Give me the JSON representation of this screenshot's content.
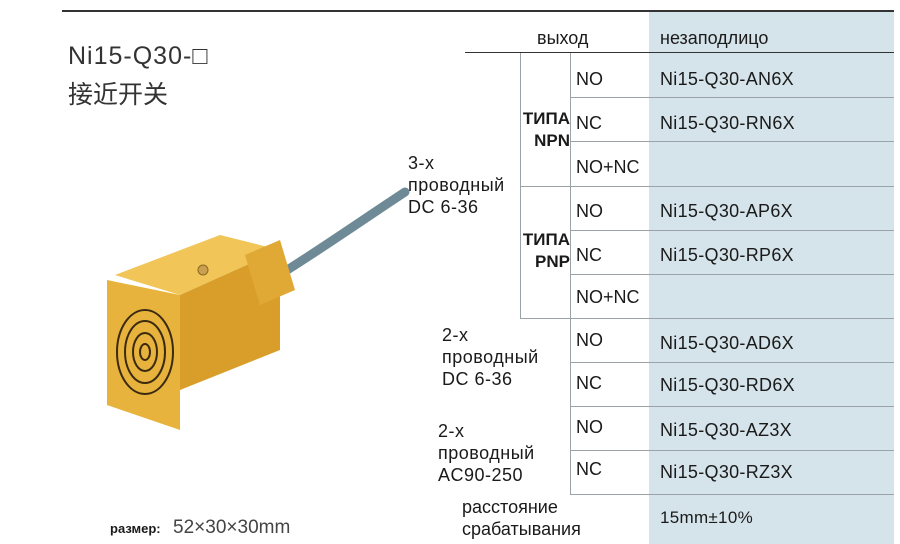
{
  "title": "Ni15-Q30-□",
  "subtitle": "接近开关",
  "table": {
    "header_output": "выход",
    "header_mount": "незаподлицо",
    "npn_label_1": "ТИПА",
    "npn_label_2": "NPN",
    "pnp_label_1": "ТИПА",
    "pnp_label_2": "PNP",
    "wire3": "3-х\nпроводный\nDC 6-36",
    "wire2dc": "2-х\nпроводный\nDC 6-36",
    "wire2ac": "2-х\nпроводный\nAC90-250",
    "rows": [
      {
        "signal": "NO",
        "model": "Ni15-Q30-AN6X"
      },
      {
        "signal": "NC",
        "model": "Ni15-Q30-RN6X"
      },
      {
        "signal": "NO+NC",
        "model": ""
      },
      {
        "signal": "NO",
        "model": "Ni15-Q30-AP6X"
      },
      {
        "signal": "NC",
        "model": "Ni15-Q30-RP6X"
      },
      {
        "signal": "NO+NC",
        "model": ""
      },
      {
        "signal": "NO",
        "model": "Ni15-Q30-AD6X"
      },
      {
        "signal": "NC",
        "model": "Ni15-Q30-RD6X"
      },
      {
        "signal": "NO",
        "model": "Ni15-Q30-AZ3X"
      },
      {
        "signal": "NC",
        "model": "Ni15-Q30-RZ3X"
      }
    ],
    "distance_label_1": "расстояние",
    "distance_label_2": "срабатывания",
    "distance_value": "15mm±10%"
  },
  "dimensions_label": "размер:",
  "dimensions_value": "52×30×30mm",
  "colors": {
    "shade": "#d5e3ea",
    "sensor_body": "#e8b33c",
    "cable": "#6e8a96"
  }
}
